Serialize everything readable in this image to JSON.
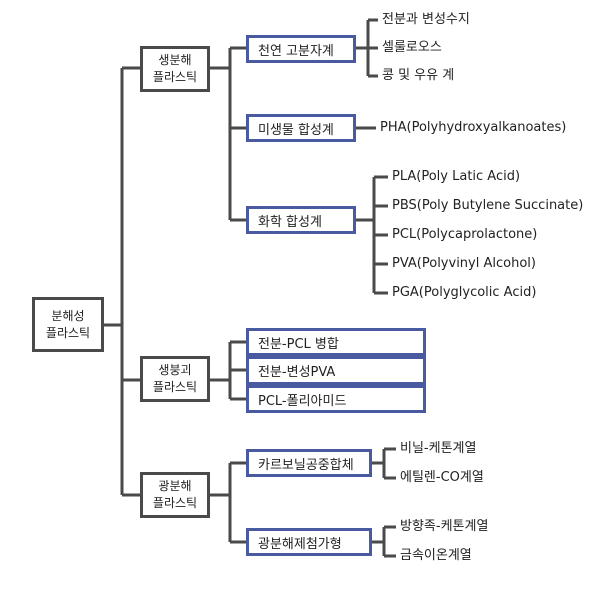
{
  "root": {
    "label_line1": "분해성",
    "label_line2": "플라스틱"
  },
  "groups": {
    "bio": {
      "label_line1": "생분해",
      "label_line2": "플라스틱",
      "natural": {
        "label": "천연 고분자계",
        "items": [
          "전분과 변성수지",
          "셀룰로오스",
          "콩 및 우유 계"
        ]
      },
      "microbial": {
        "label": "미생물 합성계",
        "items": [
          "PHA(Polyhydroxyalkanoates)"
        ]
      },
      "chemical": {
        "label": "화학 합성계",
        "items": [
          "PLA(Poly Latic Acid)",
          "PBS(Poly Butylene Succinate)",
          "PCL(Polycaprolactone)",
          "PVA(Polyvinyl Alcohol)",
          "PGA(Polyglycolic Acid)"
        ]
      }
    },
    "collapse": {
      "label_line1": "생붕괴",
      "label_line2": "플라스틱",
      "items": [
        "전분-PCL 병합",
        "전분-변성PVA",
        "PCL-폴리아미드"
      ]
    },
    "photo": {
      "label_line1": "광분해",
      "label_line2": "플라스틱",
      "carbonyl": {
        "label": "카르보닐공중합체",
        "items": [
          "비닐-케톤계열",
          "에틸렌-CO계열"
        ]
      },
      "additive": {
        "label": "광분해제첨가형",
        "items": [
          "방향족-케톤계열",
          "금속이온계열"
        ]
      }
    }
  }
}
